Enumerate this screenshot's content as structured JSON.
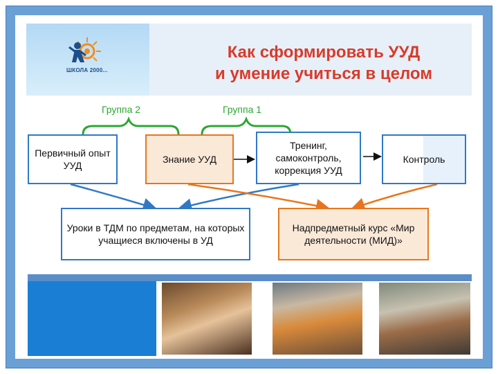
{
  "title": {
    "line1": "Как сформировать УУД",
    "line2": "и умение учиться в целом"
  },
  "logo": {
    "text": "ШКОЛА 2000..."
  },
  "groups": {
    "group2": "Группа 2",
    "group1": "Группа 1"
  },
  "boxes": {
    "primary_experience": "Первичный опыт УУД",
    "knowledge": "Знание УУД",
    "training": "Тренинг, самоконтроль, коррекция УУД",
    "control": "Контроль",
    "lessons": "Уроки в ТДМ по предметам, на которых учащиеся включены в УД",
    "course": "Надпредметный курс «Мир деятельности (МИД)»"
  },
  "colors": {
    "title": "#d93a2b",
    "group_label": "#2aa832",
    "blue_border": "#2f79c4",
    "orange_border": "#e8751e",
    "frame": "#6aa0d6"
  },
  "photos": [
    {
      "subject": "teacher-with-students-photo"
    },
    {
      "subject": "classroom-photo"
    },
    {
      "subject": "students-at-desks-photo"
    }
  ]
}
